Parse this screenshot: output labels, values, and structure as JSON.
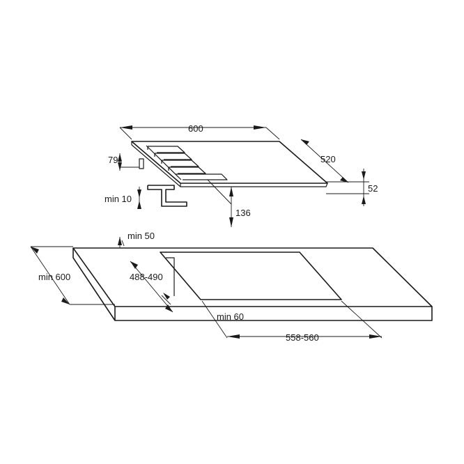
{
  "colors": {
    "line": "#1a1a1a",
    "background": "#ffffff"
  },
  "labels": {
    "width": "600",
    "depth": "520",
    "height_top": "79",
    "height_body": "52",
    "min_clearance": "min 10",
    "spacing": "136",
    "min_back": "min 50",
    "min_worktop_depth": "min 600",
    "cutout_depth": "488-490",
    "min_front": "min 60",
    "cutout_width": "558-560"
  }
}
